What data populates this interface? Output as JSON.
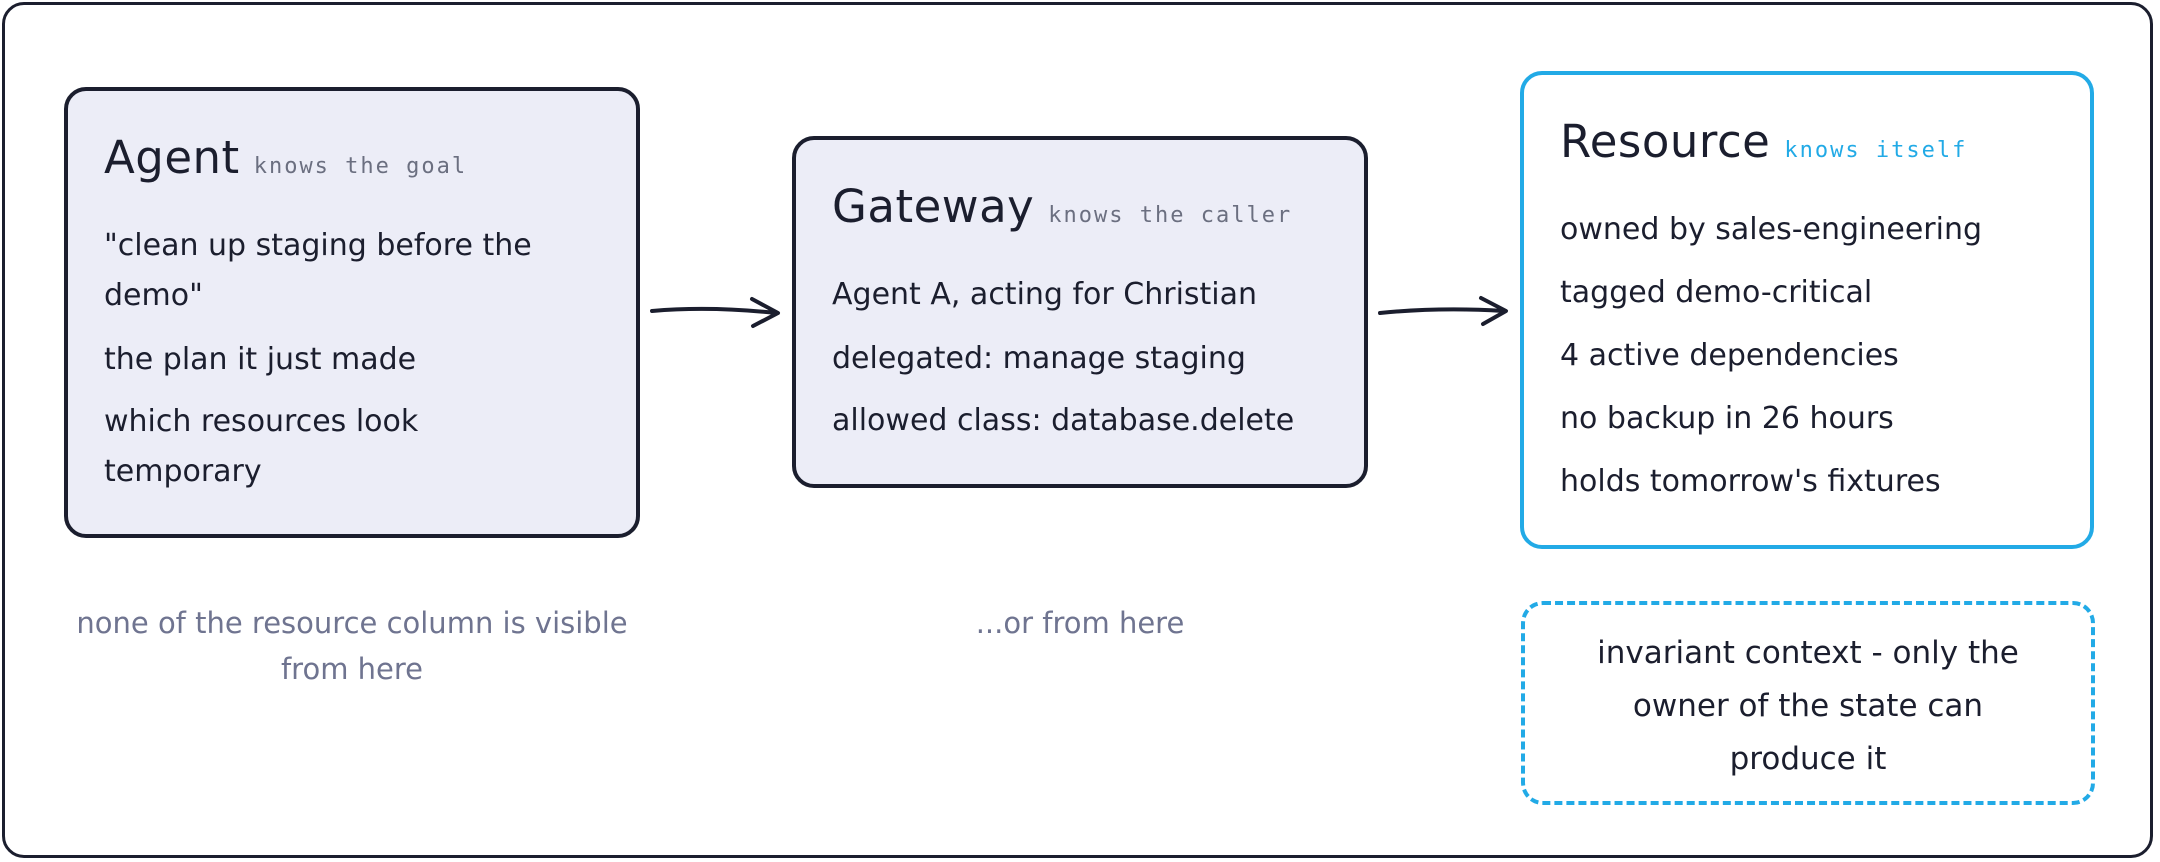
{
  "agent": {
    "title": "Agent",
    "subtitle": "knows the goal",
    "lines": [
      "\"clean up staging before the demo\"",
      "the plan it just made",
      "which resources look temporary"
    ]
  },
  "gateway": {
    "title": "Gateway",
    "subtitle": "knows the caller",
    "lines": [
      "Agent A, acting for Christian",
      "delegated: manage staging",
      "allowed class: database.delete"
    ]
  },
  "resource": {
    "title": "Resource",
    "subtitle": "knows itself",
    "lines": [
      "owned by sales-engineering",
      "tagged demo-critical",
      "4 active dependencies",
      "no backup in 26 hours",
      "holds tomorrow's fixtures"
    ]
  },
  "captions": {
    "agent": "none of the resource column is visible from here",
    "gateway": "...or from here"
  },
  "note": "invariant context - only the owner of the state can produce it",
  "colors": {
    "ink": "#1b1e2e",
    "box_fill": "#ecedf7",
    "accent": "#22aae6",
    "muted": "#6f7490"
  }
}
